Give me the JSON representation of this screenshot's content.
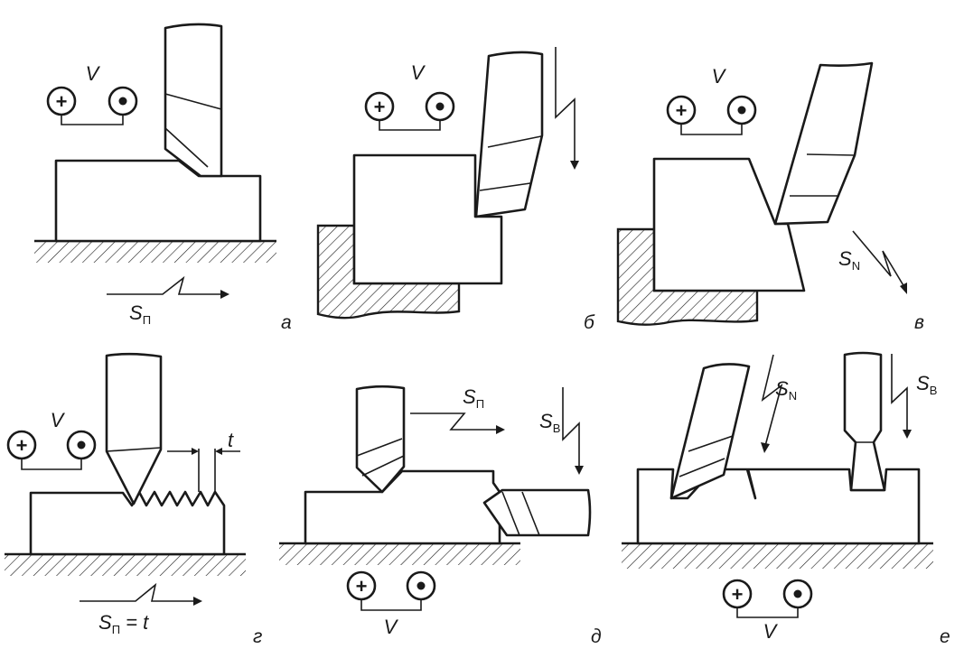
{
  "figure": {
    "panels": [
      {
        "letter": "а",
        "velocity": "V",
        "feed": "S",
        "feed_sub": "П",
        "feed_suffix": ""
      },
      {
        "letter": "б",
        "velocity": "V"
      },
      {
        "letter": "в",
        "velocity": "V",
        "feed": "S",
        "feed_sub": "N"
      },
      {
        "letter": "г",
        "velocity": "V",
        "feed": "S",
        "feed_sub": "П",
        "feed_suffix": " = t",
        "pitch": "t"
      },
      {
        "letter": "д",
        "velocity": "V",
        "feed_p": "S",
        "feed_p_sub": "П",
        "feed_v": "S",
        "feed_v_sub": "В"
      },
      {
        "letter": "е",
        "velocity": "V",
        "feed_n": "S",
        "feed_n_sub": "N",
        "feed_v": "S",
        "feed_v_sub": "В"
      }
    ],
    "terminals": {
      "plus_symbol": "+",
      "dot_symbol": "•"
    }
  }
}
